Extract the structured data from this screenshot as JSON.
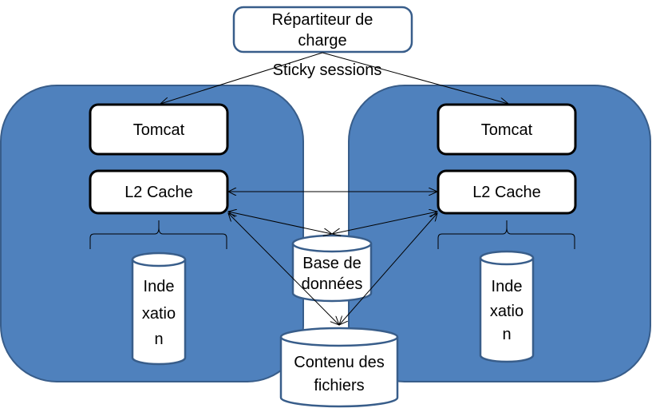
{
  "colors": {
    "server_fill": "#4f81bd",
    "server_stroke": "#385d8a",
    "box_fill": "#ffffff",
    "box_stroke": "#000000",
    "cyl_stroke": "#385d8a",
    "lb_stroke": "#385d8a",
    "arrow": "#000000"
  },
  "load_balancer": {
    "line1": "Répartiteur de",
    "line2": "charge"
  },
  "sticky_label": "Sticky sessions",
  "servers": [
    {
      "tomcat": "Tomcat",
      "cache": "L2 Cache",
      "index": [
        "Inde",
        "xatio",
        "n"
      ]
    },
    {
      "tomcat": "Tomcat",
      "cache": "L2 Cache",
      "index": [
        "Inde",
        "xatio",
        "n"
      ]
    }
  ],
  "database": [
    "Base de",
    "données"
  ],
  "files": [
    "Contenu des",
    "fichiers"
  ]
}
